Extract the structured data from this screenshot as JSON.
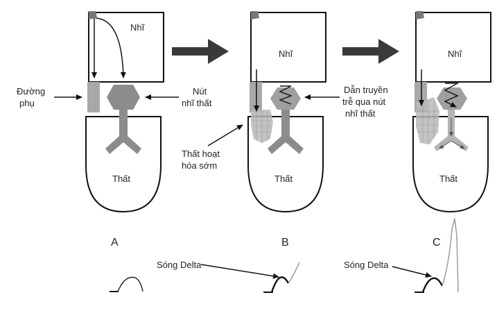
{
  "colors": {
    "outline": "#111111",
    "node_gray": "#8c8c8c",
    "pathway_gray": "#a8a8a8",
    "ecg_gray": "#9a9a9a",
    "big_arrow": "#3a3a3a"
  },
  "panels": [
    {
      "letter": "A",
      "atrium_label": "Nhĩ",
      "ventricle_label": "Thất",
      "annotations": {
        "accessory_pathway": [
          "Đường",
          "phụ"
        ],
        "av_node": [
          "Nút",
          "nhĩ thất"
        ]
      }
    },
    {
      "letter": "B",
      "atrium_label": "Nhĩ",
      "ventricle_label": "Thất",
      "annotations": {
        "pre_excitation": [
          "Thất hoạt",
          "hóa sớm"
        ],
        "delayed_conduction": [
          "Dẫn truyền",
          "trễ qua nút",
          "nhĩ thất"
        ],
        "delta_wave": "Sóng Delta"
      }
    },
    {
      "letter": "C",
      "atrium_label": "Nhĩ",
      "ventricle_label": "Thất",
      "annotations": {
        "delta_wave": "Sóng Delta"
      }
    }
  ],
  "icons": [
    "arrow-right-icon",
    "zigzag-conduction-icon"
  ]
}
